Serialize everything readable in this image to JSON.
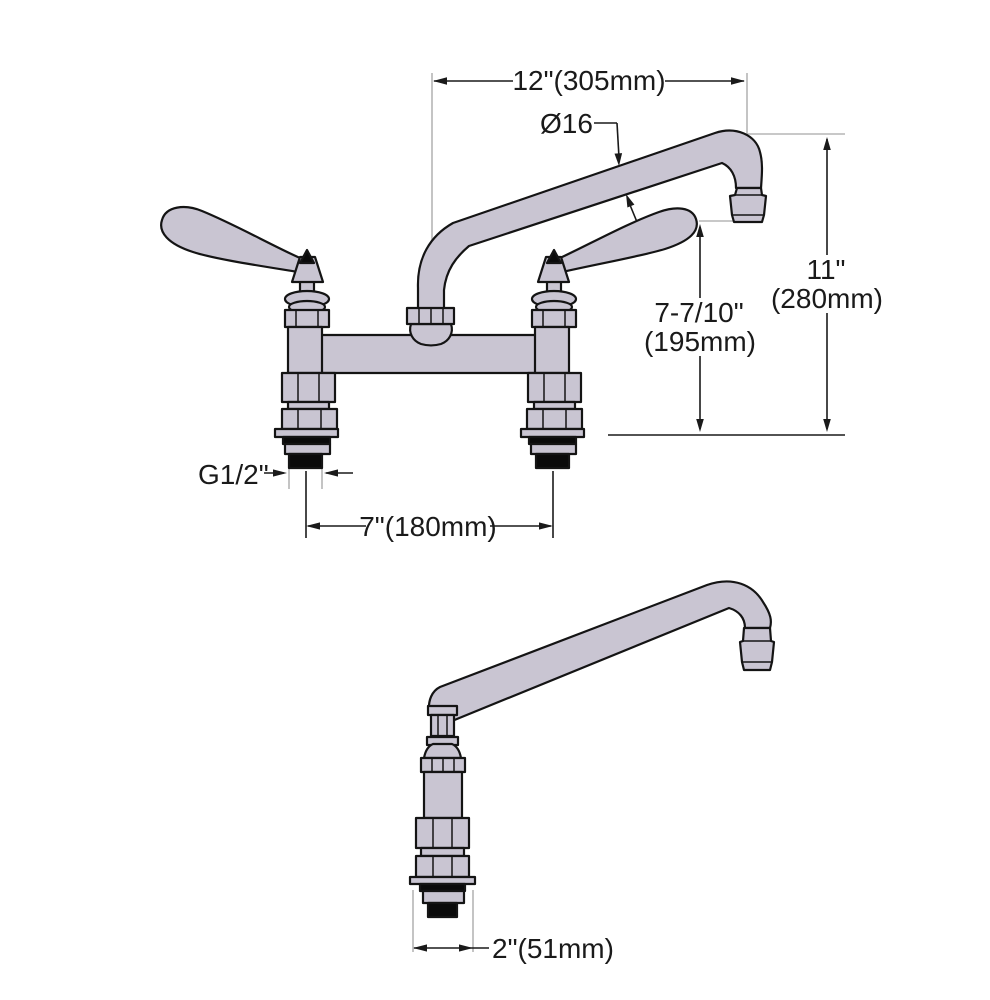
{
  "colors": {
    "background": "#ffffff",
    "outline": "#141414",
    "body_fill": "#c9c5d2",
    "thread": "#0a0a0a",
    "dimension": "#1a1a1a",
    "extension_light": "#b5b5b5"
  },
  "front_view": {
    "spout_reach": "12\"(305mm)",
    "spout_diameter": "Ø16",
    "overall_height_line1": "11\"",
    "overall_height_line2": "(280mm)",
    "spout_height_line1": "7-7/10\"",
    "spout_height_line2": "(195mm)",
    "inlet_thread": "G1/2\"",
    "faucet_centers": "7\"(180mm)"
  },
  "side_view": {
    "flange_width": "2\"(51mm)"
  }
}
